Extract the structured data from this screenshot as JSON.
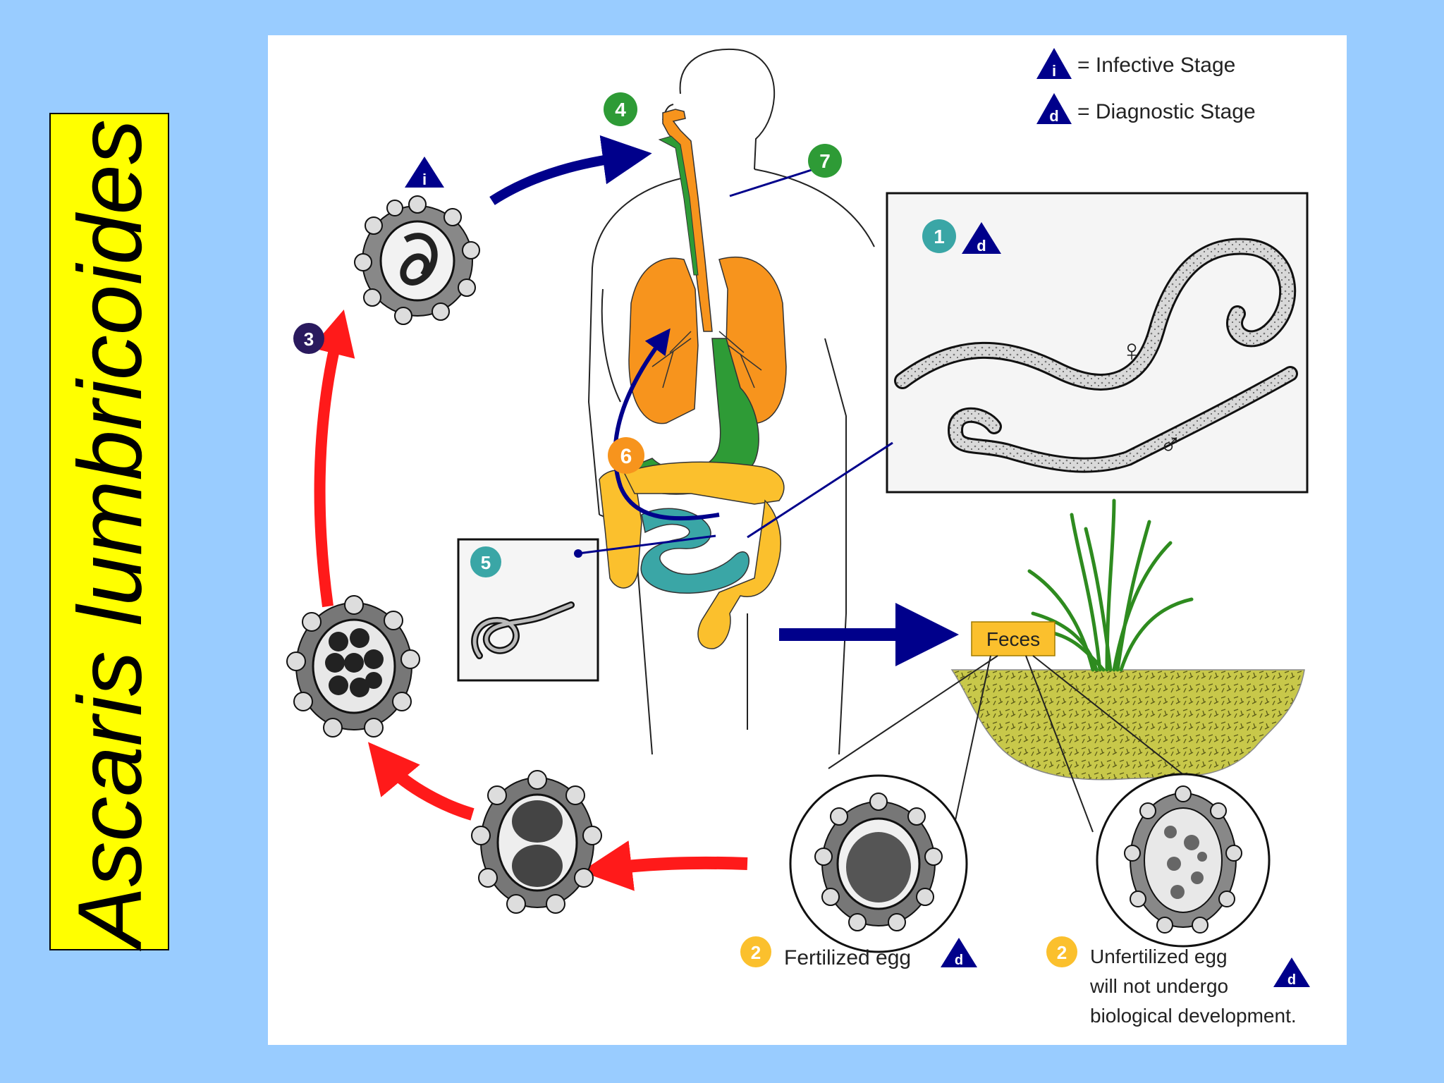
{
  "slide": {
    "title": "Ascaris lumbricoides"
  },
  "colors": {
    "background": "#99ccff",
    "title_box": "#ffff00",
    "arrow_blue": "#00008b",
    "arrow_red": "#ff1a1a",
    "lungs": "#f7941d",
    "stomach": "#2e9b36",
    "small_intestine": "#3aa6a6",
    "colon": "#fbc02d",
    "soil": "#c8c84a",
    "grass": "#2e8b1f"
  },
  "legend": {
    "infective_symbol": "i",
    "infective_label": "= Infective Stage",
    "diagnostic_symbol": "d",
    "diagnostic_label": "= Diagnostic Stage"
  },
  "steps": {
    "s1": "1",
    "s2a": "2",
    "s2b": "2",
    "s3": "3",
    "s4": "4",
    "s5": "5",
    "s6": "6",
    "s7": "7"
  },
  "stage_markers": {
    "infective": "i",
    "diagnostic": "d"
  },
  "labels": {
    "feces": "Feces",
    "female_symbol": "♀",
    "male_symbol": "♂",
    "fertilized_egg": "Fertilized egg",
    "unfertilized_line1": "Unfertilized egg",
    "unfertilized_line2": "will not undergo",
    "unfertilized_line3": "biological development."
  },
  "icons": [
    "infective-stage-icon",
    "diagnostic-stage-icon",
    "female-symbol-icon",
    "male-symbol-icon"
  ]
}
